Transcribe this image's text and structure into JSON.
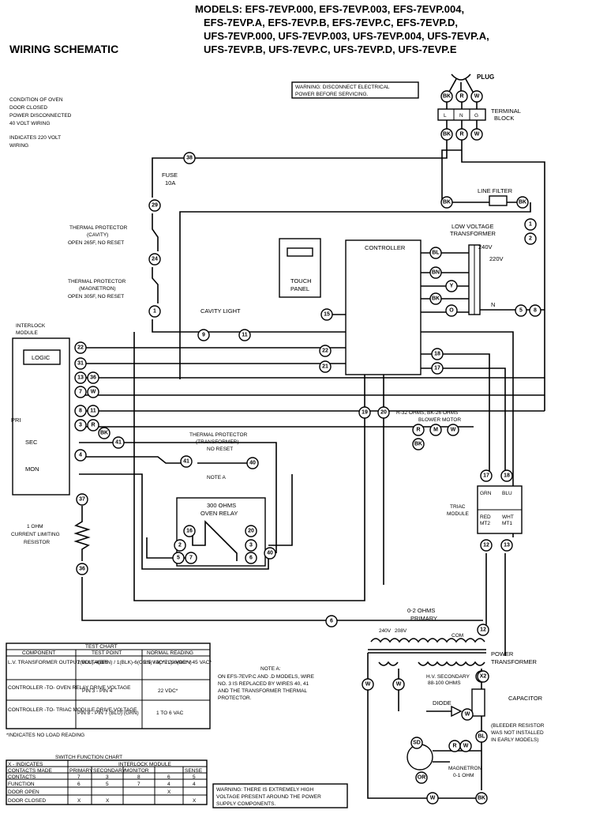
{
  "header": {
    "models": [
      "MODELS: EFS-7EVP.000, EFS-7EVP.003, EFS-7EVP.004,",
      "EFS-7EVP.A, EFS-7EVP.B, EFS-7EVP.C, EFS-7EVP.D,",
      "UFS-7EVP.000, UFS-7EVP.003, UFS-7EVP.004, UFS-7EVP.A,",
      "UFS-7EVP.B, UFS-7EVP.C, UFS-7EVP.D, UFS-7EVP.E"
    ],
    "title": "WIRING SCHEMATIC"
  },
  "legend": [
    "CONDITION OF OVEN",
    "DOOR CLOSED",
    "POWER DISCONNECTED",
    "40 VOLT WIRING",
    "INDICATES 220 VOLT",
    "WIRING"
  ],
  "warning_top": [
    "WARNING: DISCONNECT ELECTRICAL",
    "POWER BEFORE SERVICING."
  ],
  "warning_bottom": [
    "WARNING: THERE IS EXTREMELY HIGH",
    "VOLTAGE PRESENT AROUND THE POWER",
    "SUPPLY COMPONENTS."
  ],
  "labels": {
    "plug": "PLUG",
    "terminal_block": [
      "TERMINAL",
      "BLOCK"
    ],
    "line_filter": "LINE FILTER",
    "lv_transformer": [
      "LOW VOLTAGE",
      "TRANSFORMER"
    ],
    "v240": "240V",
    "v220": "220V",
    "n": "N",
    "controller": "CONTROLLER",
    "touch_panel": [
      "TOUCH",
      "PANEL"
    ],
    "fuse": [
      "FUSE",
      "10A"
    ],
    "tp_cavity": [
      "THERMAL PROTECTOR",
      "(CAVITY)",
      "OPEN 265F, NO RESET"
    ],
    "tp_magnetron": [
      "THERMAL PROTECTOR",
      "(MAGNETRON)",
      "OPEN 305F, NO RESET"
    ],
    "cavity_light": "CAVITY LIGHT",
    "interlock": [
      "INTERLOCK",
      "MODULE"
    ],
    "logic": "LOGIC",
    "pri": "PRI",
    "sec": "SEC",
    "mon": "MON",
    "tp_transformer": [
      "THERMAL PROTECTOR",
      "(TRANSFORMER)",
      "NO RESET"
    ],
    "note_a_ref": "NOTE A",
    "oven_relay": [
      "300 OHMS",
      "OVEN RELAY"
    ],
    "resistor": [
      "1 OHM",
      "CURRENT LIMITING",
      "RESISTOR"
    ],
    "blower": [
      "R-32 OHMS, BK-26 OHMS",
      "BLOWER MOTOR"
    ],
    "triac": [
      "TRIAC",
      "MODULE"
    ],
    "triac_pins": [
      "GRN",
      "BLU",
      "RED",
      "MT2",
      "WHT",
      "MT1"
    ],
    "primary": [
      "0-2 OHMS",
      "PRIMARY"
    ],
    "power_transformer": [
      "POWER",
      "TRANSFORMER"
    ],
    "hv_secondary": [
      "H.V. SECONDARY",
      "88-100 OHMS"
    ],
    "capacitor": "CAPACITOR",
    "diode": "DIODE",
    "bleeder": [
      "(BLEEDER RESISTOR",
      "WAS NOT INSTALLED",
      "IN EARLY MODELS)"
    ],
    "magnetron": [
      "MAGNETRON",
      "0-1 OHM"
    ],
    "note_a": [
      "NOTE A:",
      "ON EFS-7EVP.C AND .D MODELS, WIRE",
      "NO. 3 IS REPLACED BY WIRES 40, 41",
      "AND THE TRANSFORMER THERMAL",
      "PROTECTOR."
    ],
    "v240_small": "240V",
    "v208_small": "208V",
    "com": "COM"
  },
  "test_chart": {
    "title": "TEST CHART",
    "headers": [
      "COMPONENT",
      "TEST POINT",
      "NORMAL READING"
    ],
    "rows": [
      [
        "L.V. TRANSFORMER OUTPUT VOLTAGES",
        "2(BLU)-4(BRN) / 1(BLK)-6(ORN) / 3(YEL)-6(ORN)",
        "2.5 VAC* / 23 VAC* / 45 VAC*"
      ],
      [
        "CONTROLLER -TO- OVEN RELAY DRIVE VOLTAGE",
        "PIN 3 - PIN 4",
        "22 VDC*"
      ],
      [
        "CONTROLLER -TO- TRIAC MODULE DRIVE VOLTAGE",
        "PIN 8 - PIN 7 (BLU) (GRN)",
        "1 TO 6 VAC"
      ]
    ],
    "footnote": "*INDICATES NO LOAD READING"
  },
  "switch_chart": {
    "title": "SWITCH FUNCTION CHART",
    "key": [
      "X - INDICATES",
      "CONTACTS MADE"
    ],
    "group": "INTERLOCK MODULE",
    "headers": [
      "CONTACTS",
      "PRIMARY",
      "SECONDARY",
      "MONITOR",
      "SENSE"
    ],
    "numbers": [
      "7",
      "3",
      "8",
      "6",
      "5"
    ],
    "rows": [
      [
        "FUNCTION",
        "6",
        "5",
        "7",
        "4",
        "4"
      ],
      [
        "DOOR OPEN",
        "",
        "",
        "",
        "X",
        ""
      ],
      [
        "DOOR CLOSED",
        "X",
        "X",
        "",
        "",
        "X"
      ]
    ]
  },
  "nodes": [
    "BK",
    "R",
    "W",
    "BK",
    "R",
    "W",
    "38",
    "29",
    "24",
    "1",
    "9",
    "11",
    "22",
    "31",
    "13",
    "36",
    "7",
    "W",
    "8",
    "11",
    "3",
    "R",
    "BK",
    "41",
    "4",
    "37",
    "36",
    "15",
    "BL",
    "BN",
    "Y",
    "BK",
    "O",
    "5",
    "8",
    "22",
    "21",
    "18",
    "17",
    "19",
    "20",
    "R",
    "M",
    "W",
    "BK",
    "41",
    "40",
    "17",
    "18",
    "12",
    "13",
    "6",
    "12",
    "2",
    "3",
    "16",
    "20",
    "5",
    "7",
    "6",
    "40",
    "BK",
    "BK",
    "1",
    "2",
    "W",
    "W",
    "W",
    "X2",
    "W",
    "BL",
    "R",
    "W",
    "OR",
    "SD",
    "BK",
    "W"
  ]
}
